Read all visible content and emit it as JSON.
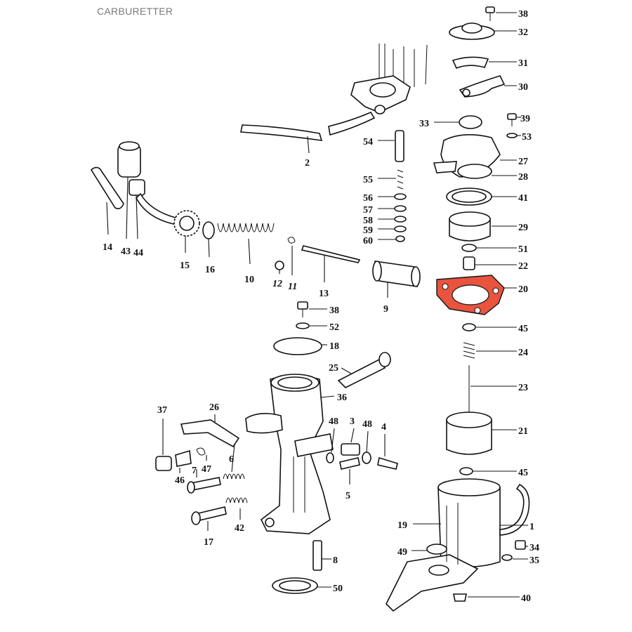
{
  "title": "CARBURETTER",
  "highlight_color": "#e8543e",
  "highlighted_part": "20",
  "callouts": [
    "38",
    "32",
    "31",
    "30",
    "33",
    "39",
    "53",
    "54",
    "27",
    "28",
    "2",
    "55",
    "56",
    "41",
    "57",
    "58",
    "29",
    "59",
    "60",
    "51",
    "22",
    "20",
    "14",
    "43",
    "44",
    "15",
    "16",
    "10",
    "12",
    "11",
    "13",
    "9",
    "38",
    "52",
    "45",
    "18",
    "24",
    "25",
    "23",
    "36",
    "37",
    "26",
    "48",
    "3",
    "48",
    "4",
    "21",
    "6",
    "7",
    "47",
    "46",
    "45",
    "5",
    "1",
    "19",
    "42",
    "17",
    "49",
    "34",
    "35",
    "8",
    "50",
    "40"
  ]
}
